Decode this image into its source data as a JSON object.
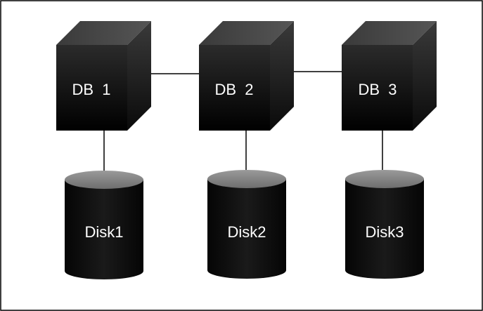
{
  "diagram": {
    "servers": [
      {
        "label": "DB  1"
      },
      {
        "label": "DB  2"
      },
      {
        "label": "DB  3"
      }
    ],
    "disks": [
      {
        "label": "Disk1"
      },
      {
        "label": "Disk2"
      },
      {
        "label": "Disk3"
      }
    ]
  },
  "colors": {
    "border": "#000000",
    "cube_front_top": "#2b2b2b",
    "cube_front_bottom": "#000000",
    "cube_top_face": "#4a4a4a",
    "cube_side_face": "#1e1e1e",
    "cylinder_body": "#000000",
    "cylinder_top": "#8c8c8c",
    "connector": "#000000",
    "label": "#ffffff"
  }
}
